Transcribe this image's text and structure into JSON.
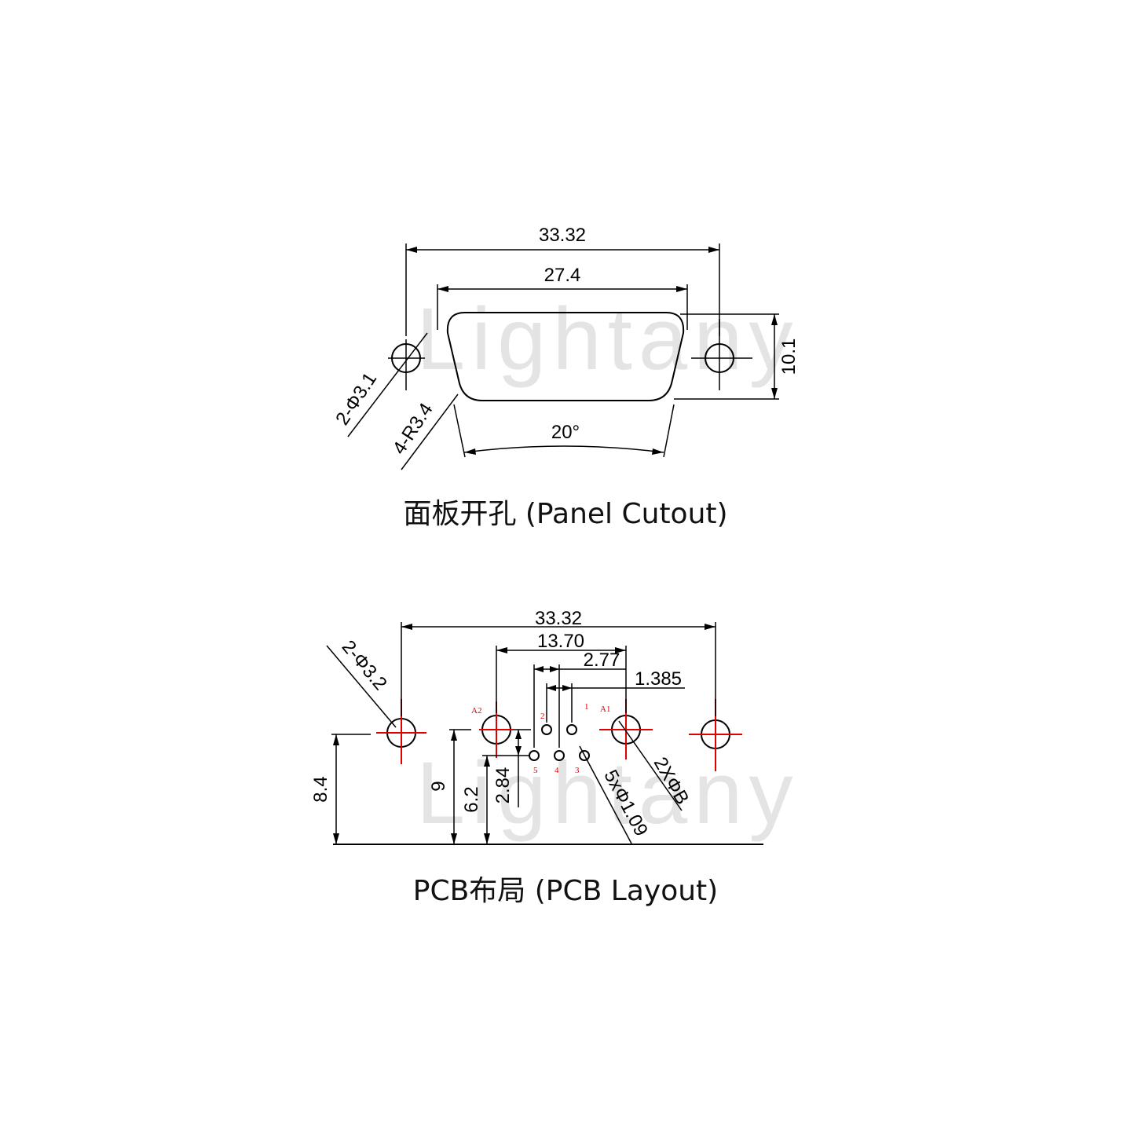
{
  "watermark": "Lightany",
  "panel_cutout": {
    "caption": "面板开孔 (Panel Cutout)",
    "dims": {
      "overall_width": "33.32",
      "shell_width": "27.4",
      "height": "10.1",
      "hole_dia": "2-Φ3.1",
      "corner_radius": "4-R3.4",
      "angle": "20°"
    }
  },
  "pcb_layout": {
    "caption": "PCB布局 (PCB Layout)",
    "dims": {
      "overall_width": "33.32",
      "coax_pitch": "13.70",
      "pin_span": "2.77",
      "pin_pitch": "1.385",
      "hole_dia": "2-Φ3.2",
      "coax_hole": "2XΦB",
      "pin_hole": "5xΦ1.09",
      "mount_height": "8.4",
      "coax_height": "9",
      "row1_height": "6.2",
      "row2_height": "2.84"
    },
    "pins": {
      "a2": "A2",
      "a1": "A1",
      "p1": "1",
      "p2": "2",
      "p3": "3",
      "p4": "4",
      "p5": "5"
    }
  }
}
